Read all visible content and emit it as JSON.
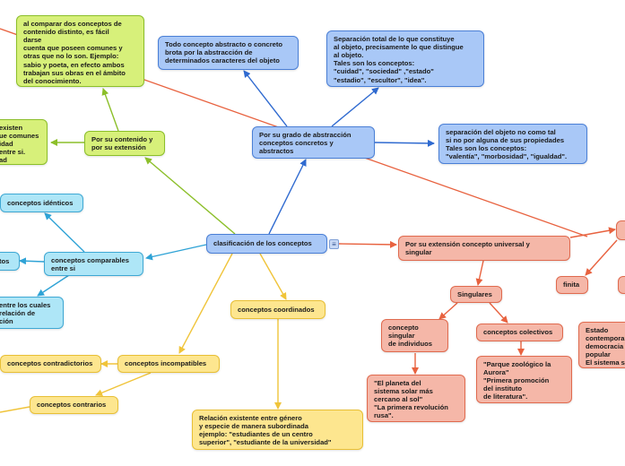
{
  "nodes": {
    "central": "clasificación de los conceptos",
    "abstraccion": "Por su grado de abstracción\nconceptos concretos y\nabstractos",
    "concreto": "Todo concepto abstracto o concreto\nbrota por la abstracción de\ndeterminados caracteres del objeto",
    "separacion_total": "Separación total de lo que constituye\nal objeto, precisamente lo que distingue\nal objeto.\nTales son los conceptos:\n\"cuidad\", \"sociedad\" ,\"estado\"\n\"estadio\", \"escultor\", \"idea\".",
    "separacion_objeto": "separación del objeto no como tal\nsi no por alguna de sus propiedades\nTales son los conceptos:\n\"valentía\", \"morbosidad\", \"igualdad\".",
    "contenido": "Por su contenido y\npor su extensión",
    "comparar": "al comparar dos conceptos de\ncontenido distinto, es fácil\ndarse\ncuenta que poseen comunes y\notras que no lo son. Ejemplo:\nsabio y poeta, en efecto ambos\ntrabajan sus obras en el ámbito\ndel conocimiento.",
    "existen": "existen\nue comunes\nidad\nentre si.\nad",
    "identicos": "conceptos idénticos",
    "comparables": "conceptos comparables\nentre si",
    "tos": "tos",
    "entre_cuales": "entre los cuales\nrelación de\nción",
    "coordinados": "conceptos coordinados",
    "relacion_genero": "Relación existente entre género\ny especie de manera subordinada\nejemplo: \"estudiantes de un centro\nsuperior\", \"estudiante de la universidad\"",
    "incompatibles": "conceptos incompatibles",
    "contradictorios": "conceptos contradictorios",
    "contrarios": "conceptos contrarios",
    "extension": "Por su extensión concepto universal y\nsingular",
    "singulares": "Singulares",
    "singular": "concepto\nsingular\nde individuos",
    "planeta": "\"El planeta del\nsistema solar más\ncercano al sol\"\n\"La primera revolución\nrusa\".",
    "colectivos": "conceptos colectivos",
    "parque": "\"Parque zoológico la\nAurora\"\n\"Primera promoción\ndel instituto\nde literatura\".",
    "finita": "finita",
    "estado": "Estado\ncontempora\ndemocracia\npopular\nEl sistema s"
  },
  "icons": {
    "menu": "≡"
  },
  "colors": {
    "blue_edge": "#2f6ad0",
    "green_edge": "#8cbf2a",
    "cyan_edge": "#2fa3d6",
    "salmon_edge": "#e8623f",
    "yellow_edge": "#f0c43a"
  }
}
